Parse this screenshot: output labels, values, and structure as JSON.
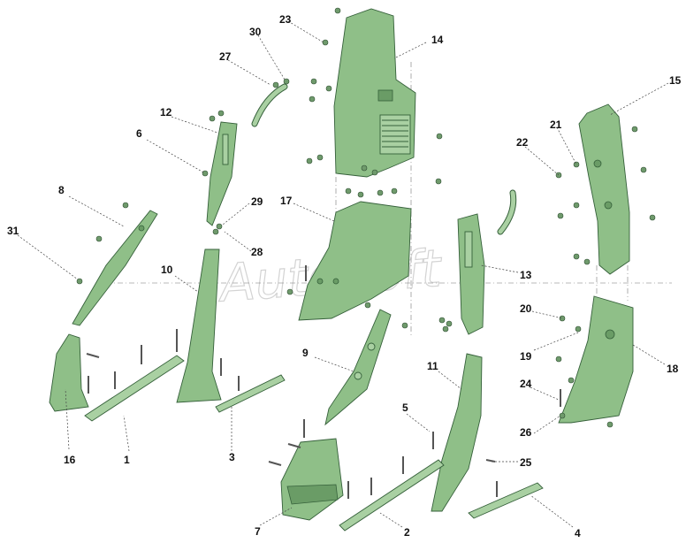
{
  "diagram": {
    "watermark": "AutoSoft",
    "callouts": [
      "1",
      "2",
      "3",
      "4",
      "5",
      "6",
      "7",
      "8",
      "9",
      "10",
      "11",
      "12",
      "13",
      "14",
      "15",
      "16",
      "17",
      "18",
      "19",
      "20",
      "21",
      "22",
      "23",
      "24",
      "25",
      "26",
      "27",
      "28",
      "29",
      "30",
      "31"
    ],
    "colors": {
      "part_fill": "#8fbf88",
      "part_stroke": "#35603a",
      "label": "#111111"
    }
  }
}
